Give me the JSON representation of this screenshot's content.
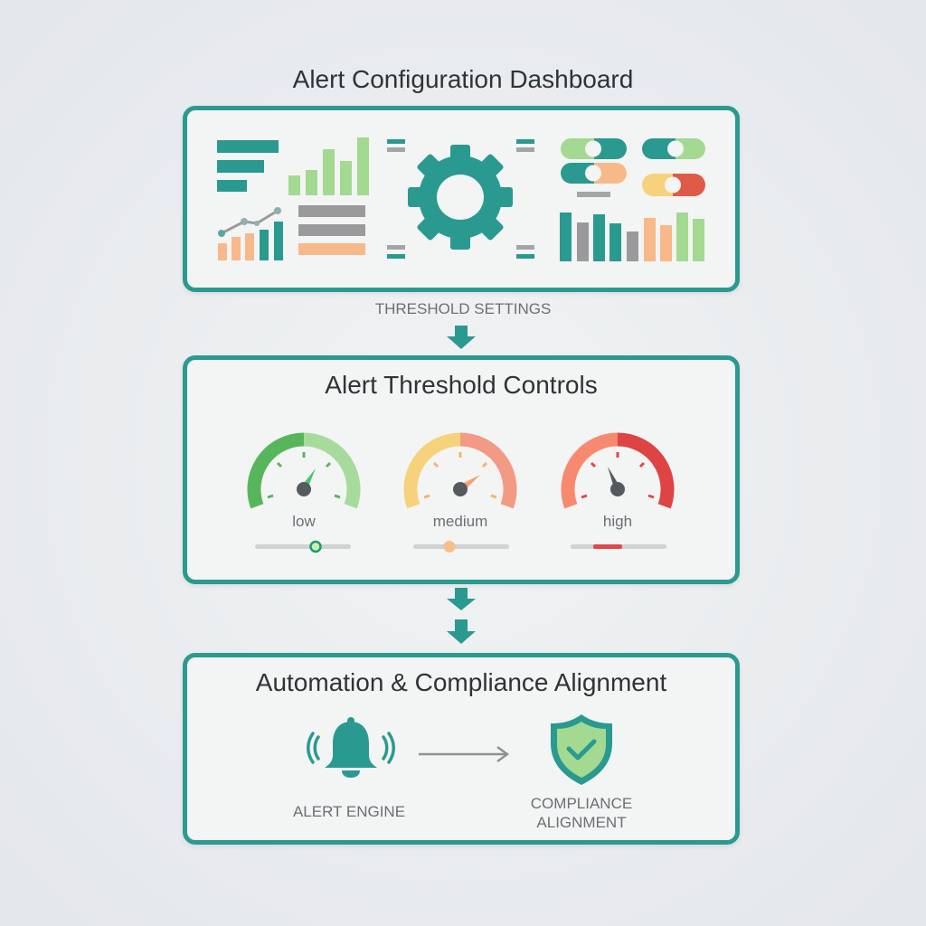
{
  "title": "Alert Configuration Dashboard",
  "connector_label": "THRESHOLD SETTINGS",
  "threshold_panel": {
    "title": "Alert Threshold Controls",
    "gauges": [
      {
        "label": "low",
        "colors": [
          "#57b65c",
          "#a6db9c"
        ]
      },
      {
        "label": "medium",
        "colors": [
          "#f6d27c",
          "#f39a84"
        ]
      },
      {
        "label": "high",
        "colors": [
          "#f7896f",
          "#de4444"
        ]
      }
    ]
  },
  "automation_panel": {
    "title": "Automation & Compliance Alignment",
    "source_label": "ALERT ENGINE",
    "target_label_line1": "COMPLIANCE",
    "target_label_line2": "ALIGNMENT"
  },
  "colors": {
    "accent": "#2a9a90",
    "green": "#a3d991",
    "orange": "#f8b98a",
    "gray": "#9a9a9c",
    "red": "#e04848",
    "yellow": "#f6d27c"
  }
}
